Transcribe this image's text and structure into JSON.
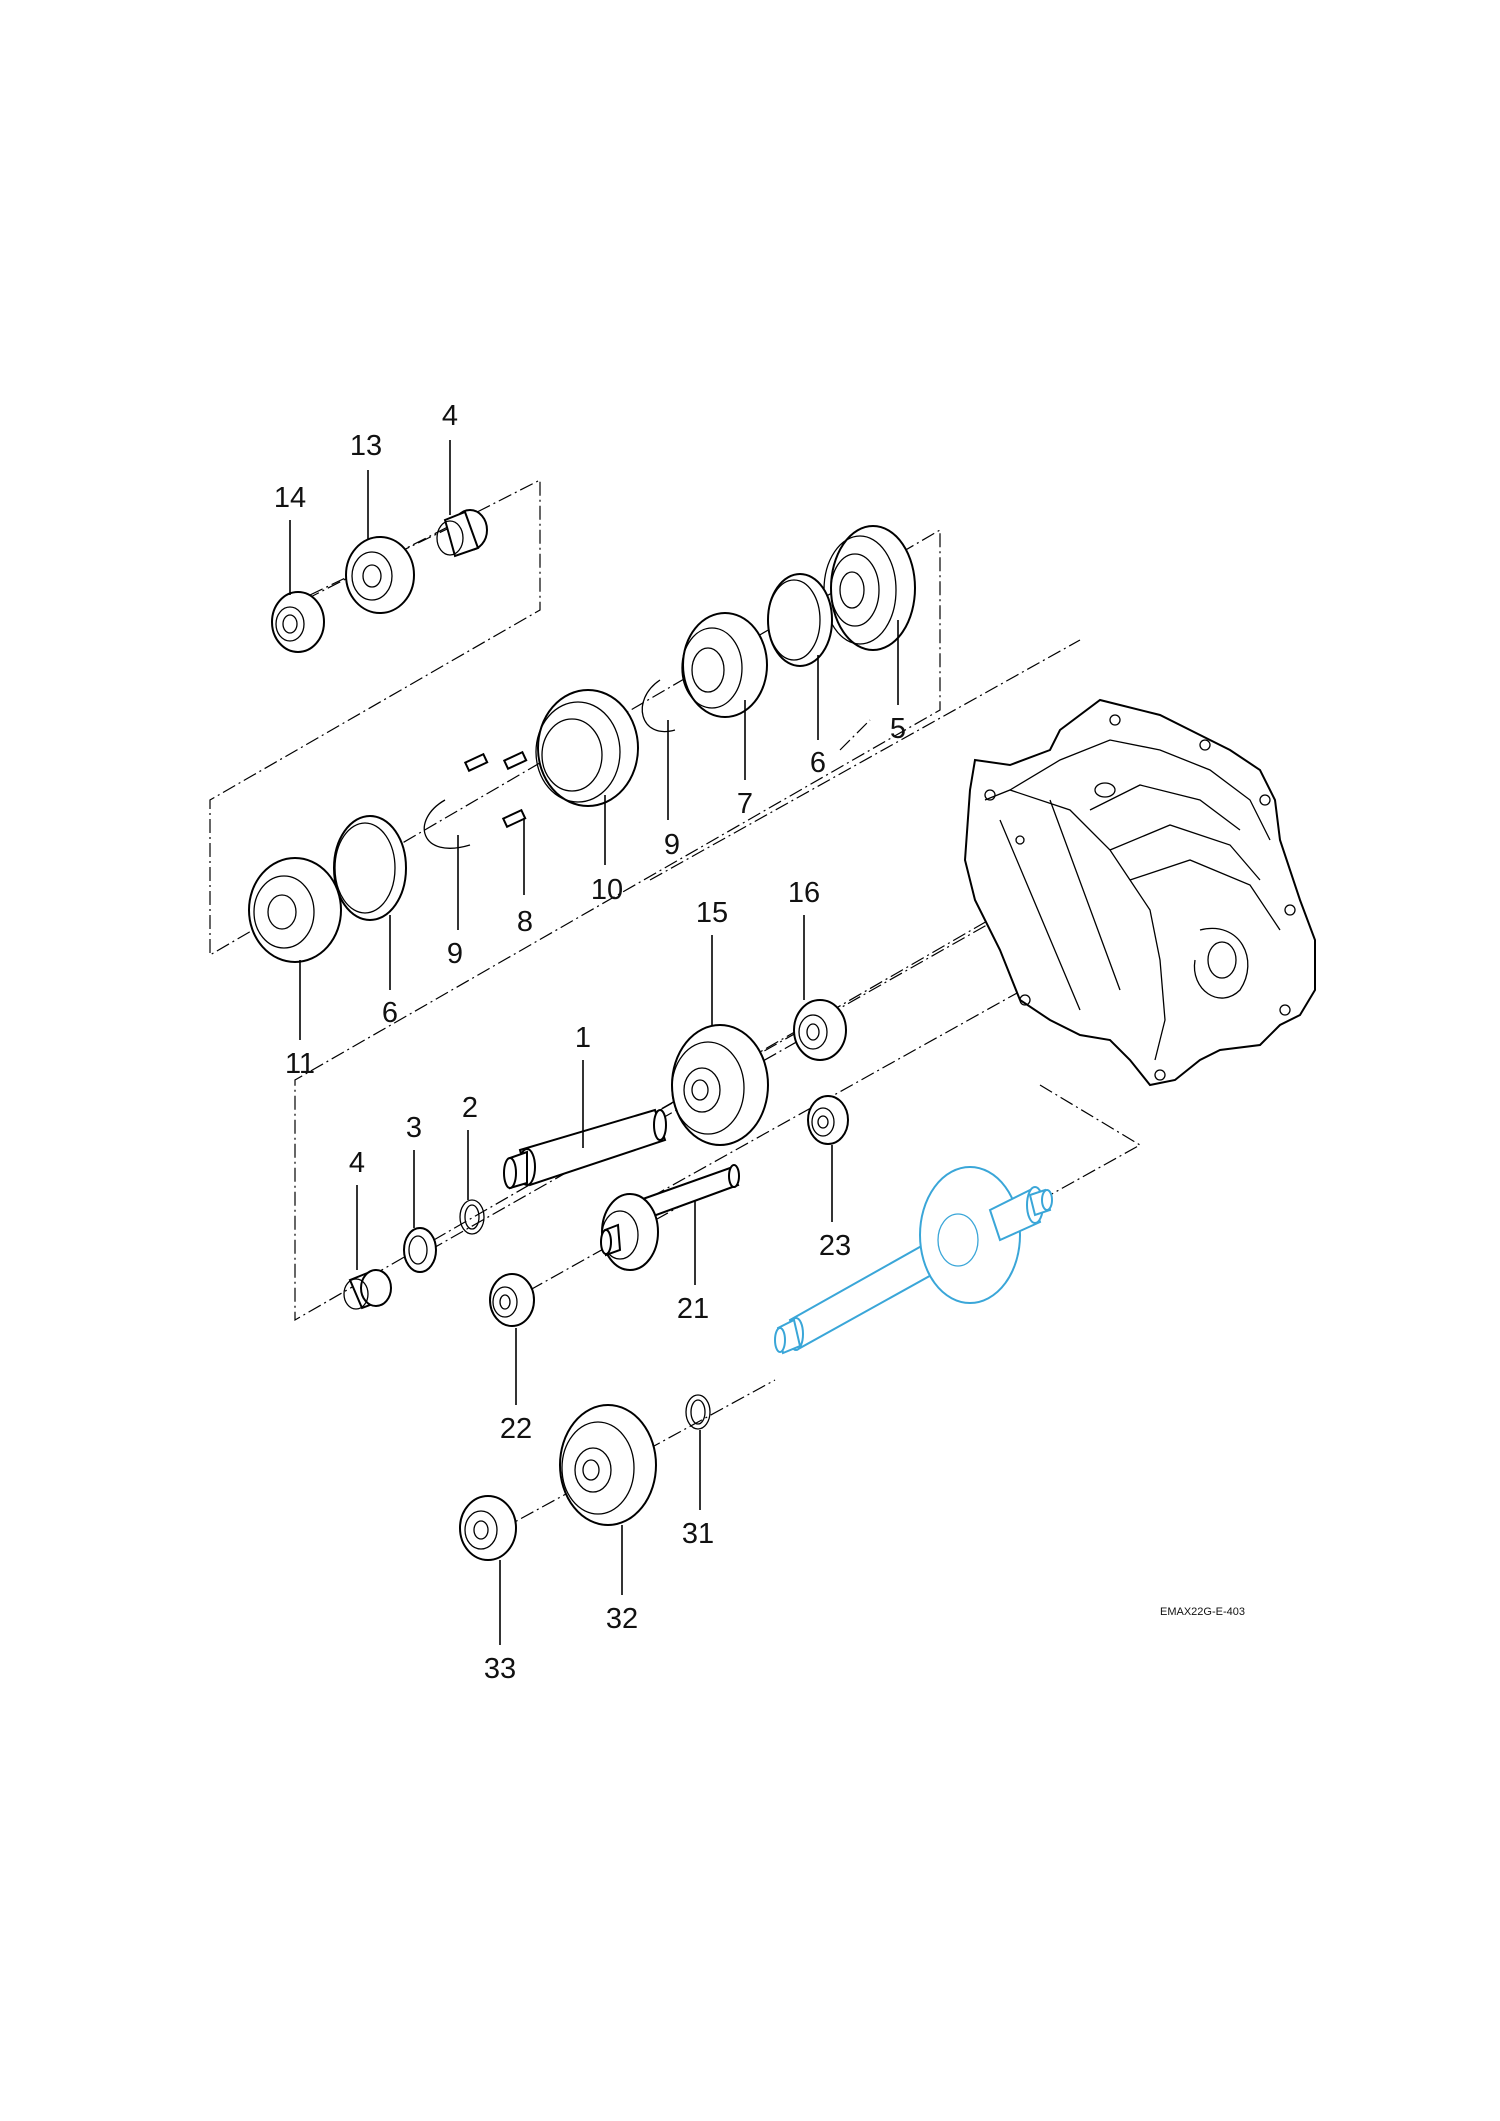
{
  "diagram": {
    "drawing_code": "EMAX22G-E-403",
    "highlight_color": "#3aa6d8",
    "callouts": {
      "c4_top": "4",
      "c13": "13",
      "c14": "14",
      "c5": "5",
      "c6_right": "6",
      "c7": "7",
      "c9_right": "9",
      "c10": "10",
      "c8": "8",
      "c9_left": "9",
      "c6_left": "6",
      "c11": "11",
      "c15": "15",
      "c16": "16",
      "c1": "1",
      "c2": "2",
      "c3": "3",
      "c4_bottom": "4",
      "c23": "23",
      "c21": "21",
      "c22": "22",
      "c31": "31",
      "c32": "32",
      "c33": "33"
    }
  }
}
